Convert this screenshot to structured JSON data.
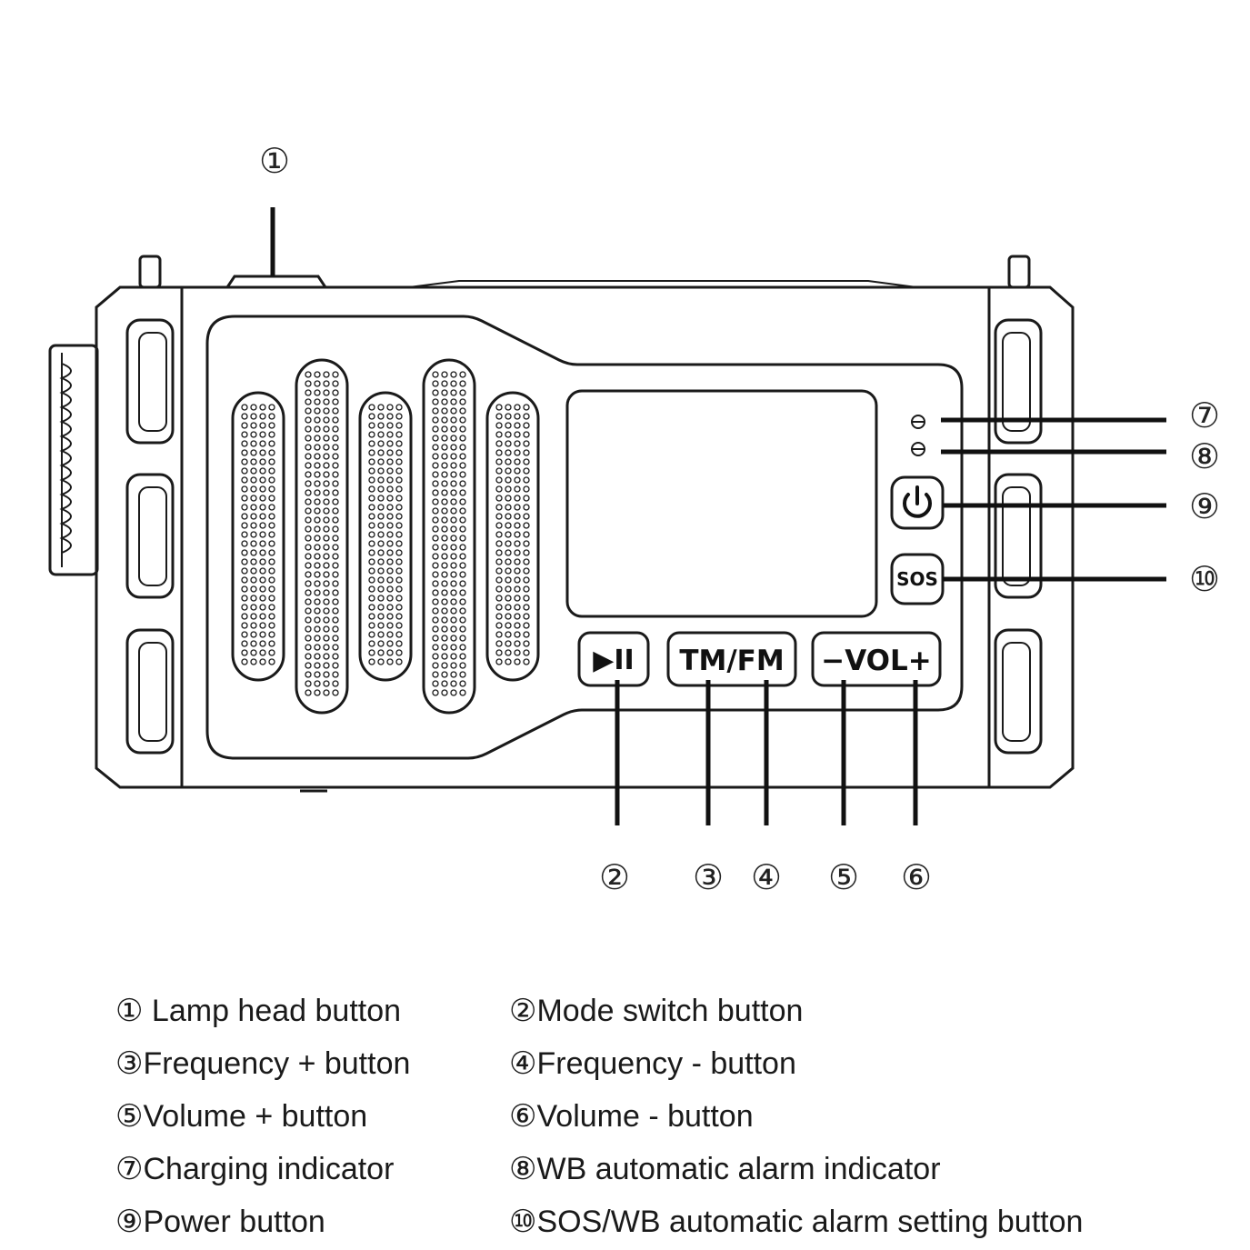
{
  "buttons": {
    "play_pause": "▶II",
    "mode": "TM/FM",
    "volume": "−VOL+",
    "sos": "SOS"
  },
  "callouts": [
    "①",
    "②",
    "③",
    "④",
    "⑤",
    "⑥",
    "⑦",
    "⑧",
    "⑨",
    "⑩"
  ],
  "legend": [
    "① Lamp head button",
    "②Mode switch button",
    "③Frequency + button",
    "④Frequency - button",
    "⑤Volume + button",
    "⑥Volume - button",
    "⑦Charging indicator",
    "⑧WB automatic alarm indicator",
    "⑨Power button",
    "⑩SOS/WB automatic alarm setting button"
  ],
  "icons": {
    "power": "power-icon",
    "indicator": "led-indicator-icon",
    "speaker": "speaker-grille-icon"
  },
  "colors": {
    "line": "#1a1a1a",
    "background": "#ffffff"
  }
}
